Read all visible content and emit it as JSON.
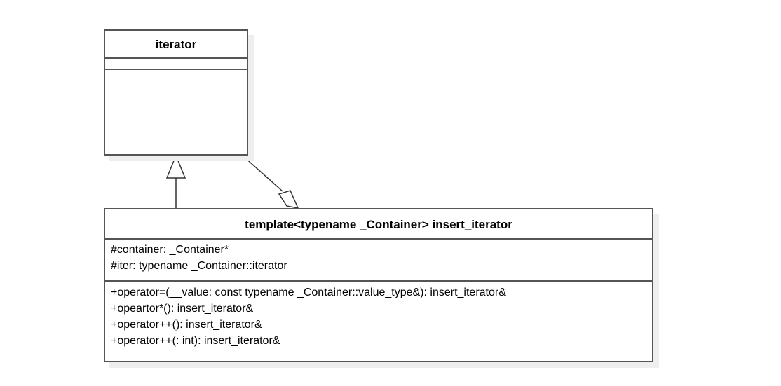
{
  "diagram": {
    "classes": {
      "iterator": {
        "name": "iterator",
        "attributes": [],
        "operations": []
      },
      "insert_iterator": {
        "name": "template<typename _Container> insert_iterator",
        "attributes": [
          "#container: _Container*",
          "#iter: typename _Container::iterator"
        ],
        "operations": [
          "+operator=(__value: const typename _Container::value_type&): insert_iterator&",
          "+opeartor*(): insert_iterator&",
          "+operator++(): insert_iterator&",
          "+operator++(: int): insert_iterator&"
        ]
      }
    },
    "relationships": [
      {
        "type": "generalization",
        "from": "insert_iterator",
        "to": "iterator"
      },
      {
        "type": "aggregation",
        "whole": "insert_iterator",
        "part": "iterator"
      }
    ],
    "colors": {
      "line": "#555555",
      "fill": "#ffffff",
      "shadow": "#eeeeee",
      "text": "#000000"
    }
  }
}
